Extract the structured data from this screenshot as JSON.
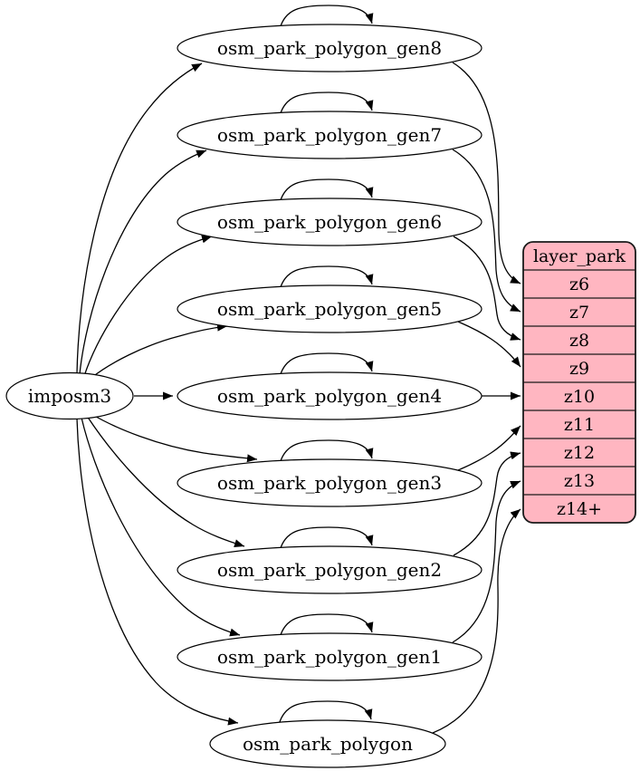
{
  "diagram": {
    "kind": "graphviz-digraph",
    "source_node": {
      "label": "imposm3"
    },
    "table_nodes": [
      {
        "id": "gen8",
        "label": "osm_park_polygon_gen8"
      },
      {
        "id": "gen7",
        "label": "osm_park_polygon_gen7"
      },
      {
        "id": "gen6",
        "label": "osm_park_polygon_gen6"
      },
      {
        "id": "gen5",
        "label": "osm_park_polygon_gen5"
      },
      {
        "id": "gen4",
        "label": "osm_park_polygon_gen4"
      },
      {
        "id": "gen3",
        "label": "osm_park_polygon_gen3"
      },
      {
        "id": "gen2",
        "label": "osm_park_polygon_gen2"
      },
      {
        "id": "gen1",
        "label": "osm_park_polygon_gen1"
      },
      {
        "id": "polygon",
        "label": "osm_park_polygon"
      }
    ],
    "layer_table": {
      "header": "layer_park",
      "rows": [
        "z6",
        "z7",
        "z8",
        "z9",
        "z10",
        "z11",
        "z12",
        "z13",
        "z14+"
      ],
      "fill_color": "#ffb6c1",
      "border_color": "#1a1a1a"
    },
    "edges": [
      {
        "from": "imposm3",
        "to": "osm_park_polygon_gen8"
      },
      {
        "from": "imposm3",
        "to": "osm_park_polygon_gen7"
      },
      {
        "from": "imposm3",
        "to": "osm_park_polygon_gen6"
      },
      {
        "from": "imposm3",
        "to": "osm_park_polygon_gen5"
      },
      {
        "from": "imposm3",
        "to": "osm_park_polygon_gen4"
      },
      {
        "from": "imposm3",
        "to": "osm_park_polygon_gen3"
      },
      {
        "from": "imposm3",
        "to": "osm_park_polygon_gen2"
      },
      {
        "from": "imposm3",
        "to": "osm_park_polygon_gen1"
      },
      {
        "from": "imposm3",
        "to": "osm_park_polygon"
      },
      {
        "from": "osm_park_polygon_gen8",
        "to": "osm_park_polygon_gen8"
      },
      {
        "from": "osm_park_polygon_gen7",
        "to": "osm_park_polygon_gen7"
      },
      {
        "from": "osm_park_polygon_gen6",
        "to": "osm_park_polygon_gen6"
      },
      {
        "from": "osm_park_polygon_gen5",
        "to": "osm_park_polygon_gen5"
      },
      {
        "from": "osm_park_polygon_gen4",
        "to": "osm_park_polygon_gen4"
      },
      {
        "from": "osm_park_polygon_gen3",
        "to": "osm_park_polygon_gen3"
      },
      {
        "from": "osm_park_polygon_gen2",
        "to": "osm_park_polygon_gen2"
      },
      {
        "from": "osm_park_polygon_gen1",
        "to": "osm_park_polygon_gen1"
      },
      {
        "from": "osm_park_polygon",
        "to": "osm_park_polygon"
      },
      {
        "from": "osm_park_polygon_gen8",
        "to": "layer_park:z6"
      },
      {
        "from": "osm_park_polygon_gen7",
        "to": "layer_park:z7"
      },
      {
        "from": "osm_park_polygon_gen6",
        "to": "layer_park:z8"
      },
      {
        "from": "osm_park_polygon_gen5",
        "to": "layer_park:z9"
      },
      {
        "from": "osm_park_polygon_gen4",
        "to": "layer_park:z10"
      },
      {
        "from": "osm_park_polygon_gen3",
        "to": "layer_park:z11"
      },
      {
        "from": "osm_park_polygon_gen2",
        "to": "layer_park:z12"
      },
      {
        "from": "osm_park_polygon_gen1",
        "to": "layer_park:z13"
      },
      {
        "from": "osm_park_polygon",
        "to": "layer_park:z14+"
      }
    ],
    "colors": {
      "background": "#ffffff",
      "node_fill": "#ffffff",
      "edge_stroke": "#000000",
      "table_fill": "#ffb6c1"
    }
  }
}
